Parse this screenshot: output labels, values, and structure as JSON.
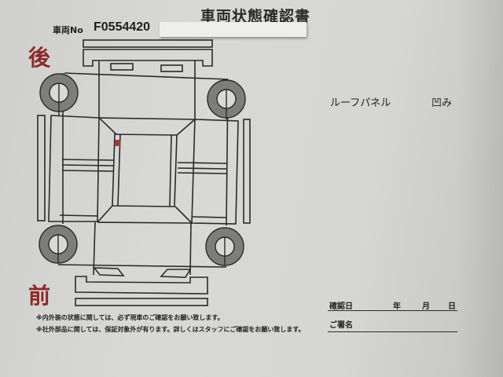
{
  "document": {
    "title": "車両状態確認書",
    "vehicle_no_label": "車両No",
    "vehicle_no_value": "F0554420",
    "direction_rear": "後",
    "direction_front": "前",
    "colors": {
      "paper": "#d6d6d4",
      "ink": "#2a2a2a",
      "direction_red": "#8e2a2a",
      "tire_gray": "#7d7d7b",
      "damage_marker": "#a33a3a"
    }
  },
  "diagram": {
    "label": "vehicle top-down diagram",
    "damage_markers": [
      {
        "location": "roof-panel",
        "color": "#a33a3a"
      }
    ]
  },
  "damage_report": {
    "part": "ルーフパネル",
    "type": "凹み"
  },
  "notes": [
    "※内外装の状態に関しては、必ず現車のご確認をお願い致します。",
    "※社外部品に関しては、保証対象外が有ります。詳しくはスタッフにご確認をお願い致します。"
  ],
  "confirmation": {
    "date_label": "確認日",
    "year_label": "年",
    "month_label": "月",
    "day_label": "日",
    "signature_label": "ご署名"
  }
}
